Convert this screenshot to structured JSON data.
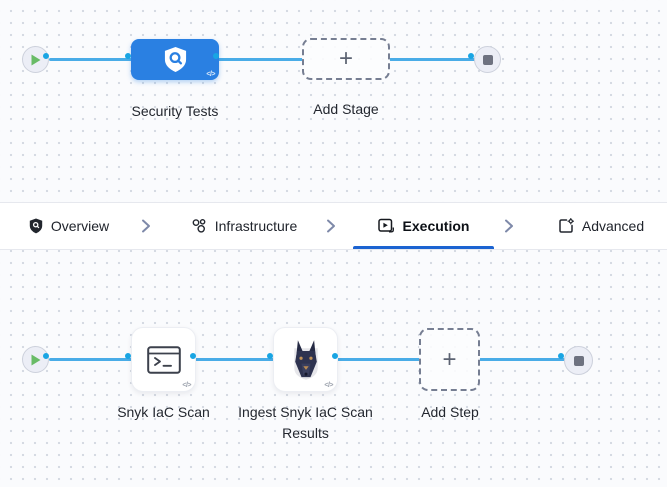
{
  "colors": {
    "accent_blue": "#2a80e2",
    "line_blue": "#49ace7",
    "connector_blue": "#19a5e3",
    "underline_blue": "#1b63d1",
    "success_green": "#68bb66",
    "canvas_bg": "#fafbfd"
  },
  "top_flow": {
    "stage_label": "Security Tests",
    "add_stage_label": "Add Stage",
    "plus_glyph": "+",
    "code_badge_glyph": "</>"
  },
  "tab_bar": {
    "tabs": [
      {
        "label": "Overview",
        "icon": "shield-icon",
        "active": false
      },
      {
        "label": "Infrastructure",
        "icon": "infrastructure-icon",
        "active": false
      },
      {
        "label": "Execution",
        "icon": "execution-icon",
        "active": true
      },
      {
        "label": "Advanced",
        "icon": "advanced-icon",
        "active": false
      }
    ]
  },
  "bottom_flow": {
    "step1_label": "Snyk IaC Scan",
    "step2_label": "Ingest Snyk IaC Scan Results",
    "add_step_label": "Add Step",
    "plus_glyph": "+",
    "code_badge_glyph": "</>"
  }
}
